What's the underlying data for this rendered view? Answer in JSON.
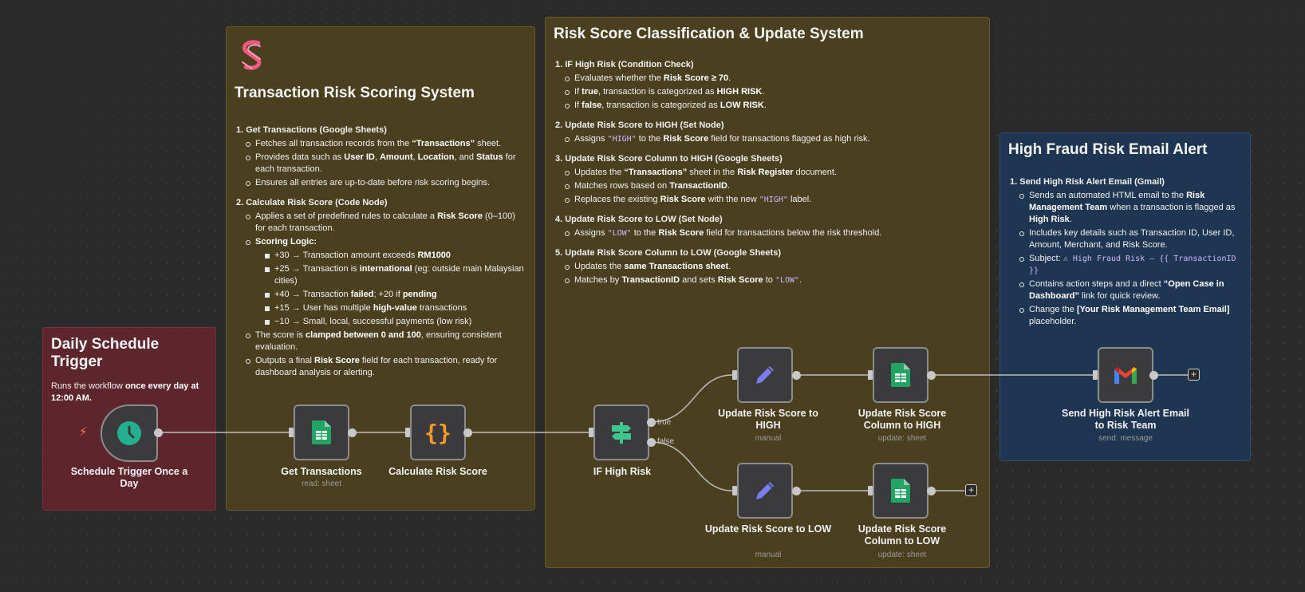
{
  "stickies": {
    "trigger": {
      "title": "Daily Schedule Trigger",
      "text_a": "Runs the workflow ",
      "text_b": "once every day at 12:00 AM."
    },
    "scoring": {
      "title": "Transaction Risk Scoring System",
      "s1_head": "1. Get Transactions (Google Sheets)",
      "s1_b1a": "Fetches all transaction records from the ",
      "s1_b1b": "“Transactions”",
      "s1_b1c": " sheet.",
      "s1_b2a": "Provides data such as ",
      "s1_b2b": "User ID",
      "s1_b2c": ", ",
      "s1_b2d": "Amount",
      "s1_b2e": ", ",
      "s1_b2f": "Location",
      "s1_b2g": ", and ",
      "s1_b2h": "Status",
      "s1_b2i": " for each transaction.",
      "s1_b3": "Ensures all entries are up-to-date before risk scoring begins.",
      "s2_head": "2. Calculate Risk Score (Code Node)",
      "s2_b1a": "Applies a set of predefined rules to calculate a ",
      "s2_b1b": "Risk Score",
      "s2_b1c": " (0–100) for each transaction.",
      "s2_b2": "Scoring Logic:",
      "r1a": "+30 → Transaction amount exceeds ",
      "r1b": "RM1000",
      "r2a": "+25 → Transaction is ",
      "r2b": "international",
      "r2c": " (eg: outside main Malaysian cities)",
      "r3a": "+40 → Transaction ",
      "r3b": "failed",
      "r3c": "; +20 if ",
      "r3d": "pending",
      "r4a": "+15 → User has multiple ",
      "r4b": "high-value",
      "r4c": " transactions",
      "r5": "−10 → Small, local, successful payments (low risk)",
      "s2_b3a": "The score is ",
      "s2_b3b": "clamped between 0 and 100",
      "s2_b3c": ", ensuring consistent evaluation.",
      "s2_b4a": "Outputs a final ",
      "s2_b4b": "Risk Score",
      "s2_b4c": " field for each transaction, ready for dashboard analysis or alerting."
    },
    "classification": {
      "title": "Risk Score Classification & Update System",
      "c1_head": "1. IF High Risk (Condition Check)",
      "c1_b1a": "Evaluates whether the ",
      "c1_b1b": "Risk Score ≥ 70",
      "c1_b1c": ".",
      "c1_b2a": "If ",
      "c1_b2b": "true",
      "c1_b2c": ", transaction is categorized as ",
      "c1_b2d": "HIGH RISK",
      "c1_b2e": ".",
      "c1_b3a": "If ",
      "c1_b3b": "false",
      "c1_b3c": ", transaction is categorized as ",
      "c1_b3d": "LOW RISK",
      "c1_b3e": ".",
      "c2_head": "2. Update Risk Score to HIGH (Set Node)",
      "c2_b1a": "Assigns ",
      "c2_b1b": "\"HIGH\"",
      "c2_b1c": " to the ",
      "c2_b1d": "Risk Score",
      "c2_b1e": " field for transactions flagged as high risk.",
      "c3_head": "3. Update Risk Score Column to HIGH (Google Sheets)",
      "c3_b1a": "Updates the ",
      "c3_b1b": "“Transactions”",
      "c3_b1c": " sheet in the ",
      "c3_b1d": "Risk Register",
      "c3_b1e": " document.",
      "c3_b2a": "Matches rows based on ",
      "c3_b2b": "TransactionID",
      "c3_b2c": ".",
      "c3_b3a": "Replaces the existing ",
      "c3_b3b": "Risk Score",
      "c3_b3c": " with the new ",
      "c3_b3d": "\"HIGH\"",
      "c3_b3e": " label.",
      "c4_head": "4. Update Risk Score to LOW (Set Node)",
      "c4_b1a": "Assigns ",
      "c4_b1b": "\"LOW\"",
      "c4_b1c": " to the ",
      "c4_b1d": "Risk Score",
      "c4_b1e": " field for transactions below the risk threshold.",
      "c5_head": "5. Update Risk Score Column to LOW (Google Sheets)",
      "c5_b1a": "Updates the ",
      "c5_b1b": "same Transactions sheet",
      "c5_b1c": ".",
      "c5_b2a": "Matches by ",
      "c5_b2b": "TransactionID",
      "c5_b2c": " and sets ",
      "c5_b2d": "Risk Score",
      "c5_b2e": " to ",
      "c5_b2f": "\"LOW\"",
      "c5_b2g": "."
    },
    "email": {
      "title": "High Fraud Risk Email Alert",
      "e1_head": "1. Send High Risk Alert Email (Gmail)",
      "e1_b1a": "Sends an automated HTML email to the ",
      "e1_b1b": "Risk Management Team",
      "e1_b1c": " when a transaction is flagged as ",
      "e1_b1d": "High Risk",
      "e1_b1e": ".",
      "e1_b2": "Includes key details such as Transaction ID, User ID, Amount, Merchant, and Risk Score.",
      "e1_b3a": "Subject: ",
      "e1_b3b": "⚠ High Fraud Risk – {{ TransactionID }}",
      "e1_b4a": "Contains action steps and a direct ",
      "e1_b4b": "“Open Case in Dashboard”",
      "e1_b4c": " link for quick review.",
      "e1_b5a": "Change the ",
      "e1_b5b": "[Your Risk Management Team Email]",
      "e1_b5c": " placeholder."
    }
  },
  "nodes": {
    "schedule": {
      "label": "Schedule Trigger Once a Day",
      "icon": "clock-icon"
    },
    "get_transactions": {
      "label": "Get Transactions",
      "sub": "read: sheet",
      "icon": "google-sheets-icon"
    },
    "calc_risk": {
      "label": "Calculate Risk Score",
      "icon": "code-braces-icon"
    },
    "if_high": {
      "label": "IF High Risk",
      "icon": "signpost-icon",
      "true_label": "true",
      "false_label": "false"
    },
    "set_high": {
      "label": "Update Risk Score to HIGH",
      "sub": "manual",
      "icon": "pencil-icon"
    },
    "sheet_high": {
      "label": "Update Risk Score Column to HIGH",
      "sub": "update: sheet",
      "icon": "google-sheets-icon"
    },
    "set_low": {
      "label": "Update Risk Score to LOW",
      "sub": "manual",
      "icon": "pencil-icon"
    },
    "sheet_low": {
      "label": "Update Risk Score Column to LOW",
      "sub": "update: sheet",
      "icon": "google-sheets-icon"
    },
    "gmail": {
      "label": "Send High Risk Alert Email to Risk Team",
      "sub": "send: message",
      "icon": "gmail-icon"
    }
  },
  "colors": {
    "canvas": "#2a2a2a",
    "sticky_red": "#5c262c",
    "sticky_yellow": "#4a3f1f",
    "sticky_blue": "#1f3652",
    "sheets_green": "#21a464",
    "code_orange": "#f59a23",
    "if_green": "#3fc58f",
    "pencil_purple": "#7b7cf0"
  }
}
